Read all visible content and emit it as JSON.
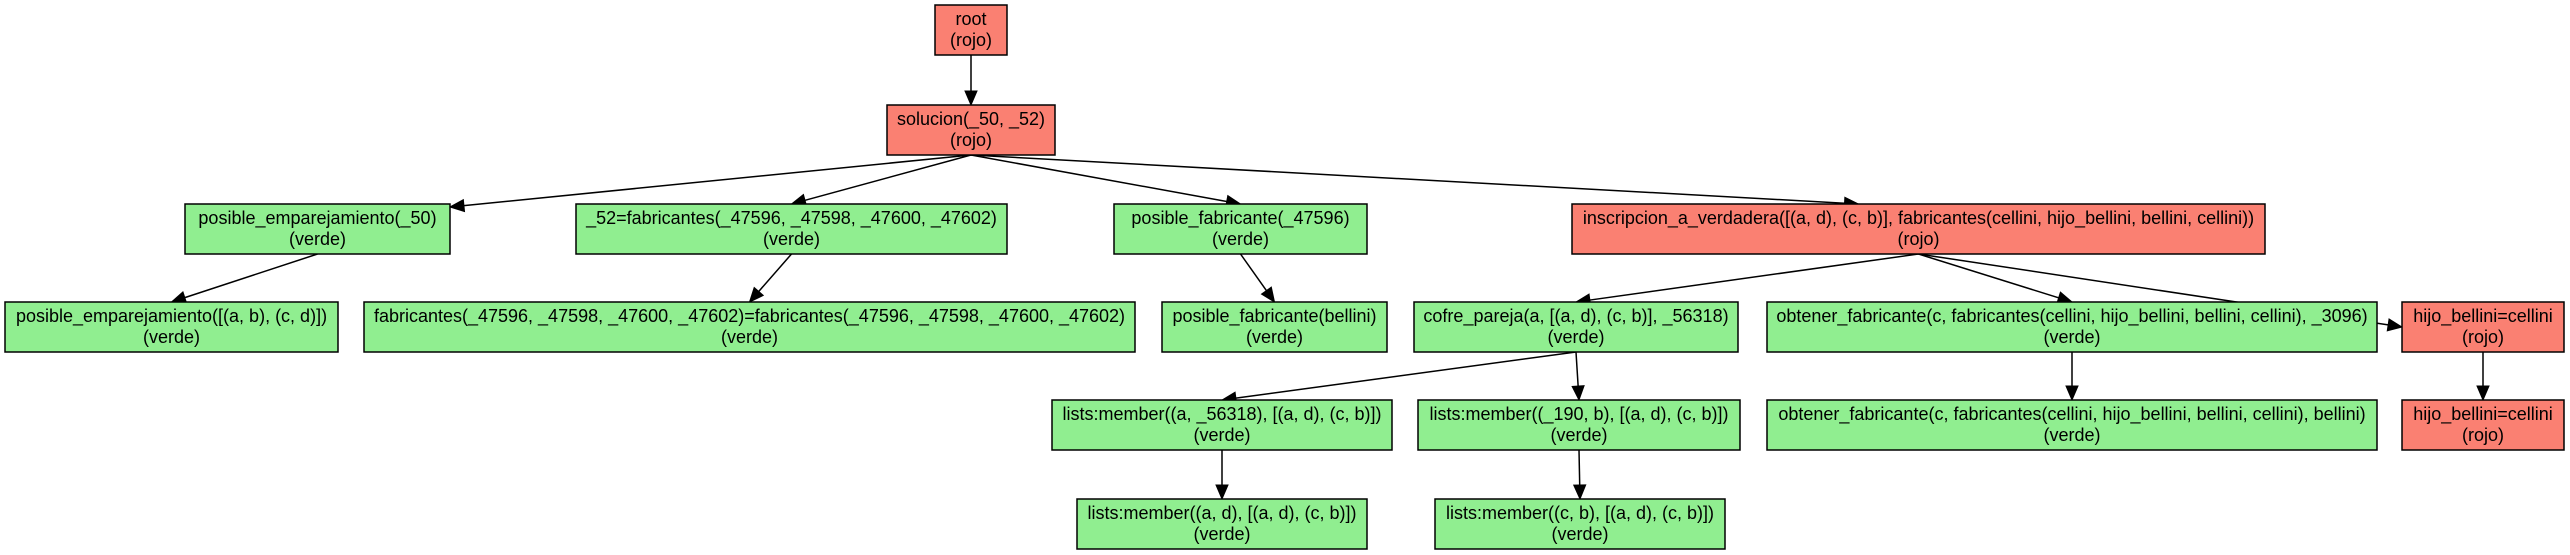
{
  "colors": {
    "rojo": "#fa8072",
    "verde": "#90ee90",
    "stroke": "#000000"
  },
  "nodes": [
    {
      "id": "n0",
      "label": "root",
      "status": "(rojo)"
    },
    {
      "id": "n1",
      "label": "solucion(_50, _52)",
      "status": "(rojo)"
    },
    {
      "id": "n2",
      "label": "posible_emparejamiento(_50)",
      "status": "(verde)"
    },
    {
      "id": "n3",
      "label": "_52=fabricantes(_47596, _47598, _47600, _47602)",
      "status": "(verde)"
    },
    {
      "id": "n4",
      "label": "posible_fabricante(_47596)",
      "status": "(verde)"
    },
    {
      "id": "n5",
      "label": "inscripcion_a_verdadera([(a, d), (c, b)], fabricantes(cellini, hijo_bellini, bellini, cellini))",
      "status": "(rojo)"
    },
    {
      "id": "n6",
      "label": "posible_emparejamiento([(a, b), (c, d)])",
      "status": "(verde)"
    },
    {
      "id": "n7",
      "label": "fabricantes(_47596, _47598, _47600, _47602)=fabricantes(_47596, _47598, _47600, _47602)",
      "status": "(verde)"
    },
    {
      "id": "n8",
      "label": "posible_fabricante(bellini)",
      "status": "(verde)"
    },
    {
      "id": "n9",
      "label": "cofre_pareja(a, [(a, d), (c, b)], _56318)",
      "status": "(verde)"
    },
    {
      "id": "n10",
      "label": "obtener_fabricante(c, fabricantes(cellini, hijo_bellini, bellini, cellini), _3096)",
      "status": "(verde)"
    },
    {
      "id": "n11",
      "label": "hijo_bellini=cellini",
      "status": "(rojo)"
    },
    {
      "id": "n12",
      "label": "lists:member((a, _56318), [(a, d), (c, b)])",
      "status": "(verde)"
    },
    {
      "id": "n13",
      "label": "lists:member((_190, b), [(a, d), (c, b)])",
      "status": "(verde)"
    },
    {
      "id": "n14",
      "label": "obtener_fabricante(c, fabricantes(cellini, hijo_bellini, bellini, cellini), bellini)",
      "status": "(verde)"
    },
    {
      "id": "n15",
      "label": "hijo_bellini=cellini",
      "status": "(rojo)"
    },
    {
      "id": "n16",
      "label": "lists:member((a, d), [(a, d), (c, b)])",
      "status": "(verde)"
    },
    {
      "id": "n17",
      "label": "lists:member((c, b), [(a, d), (c, b)])",
      "status": "(verde)"
    }
  ],
  "edges": [
    [
      "n0",
      "n1"
    ],
    [
      "n1",
      "n2"
    ],
    [
      "n1",
      "n3"
    ],
    [
      "n1",
      "n4"
    ],
    [
      "n1",
      "n5"
    ],
    [
      "n2",
      "n6"
    ],
    [
      "n3",
      "n7"
    ],
    [
      "n4",
      "n8"
    ],
    [
      "n5",
      "n9"
    ],
    [
      "n5",
      "n10"
    ],
    [
      "n5",
      "n11"
    ],
    [
      "n9",
      "n12"
    ],
    [
      "n9",
      "n13"
    ],
    [
      "n10",
      "n14"
    ],
    [
      "n11",
      "n15"
    ],
    [
      "n12",
      "n16"
    ],
    [
      "n13",
      "n17"
    ]
  ]
}
